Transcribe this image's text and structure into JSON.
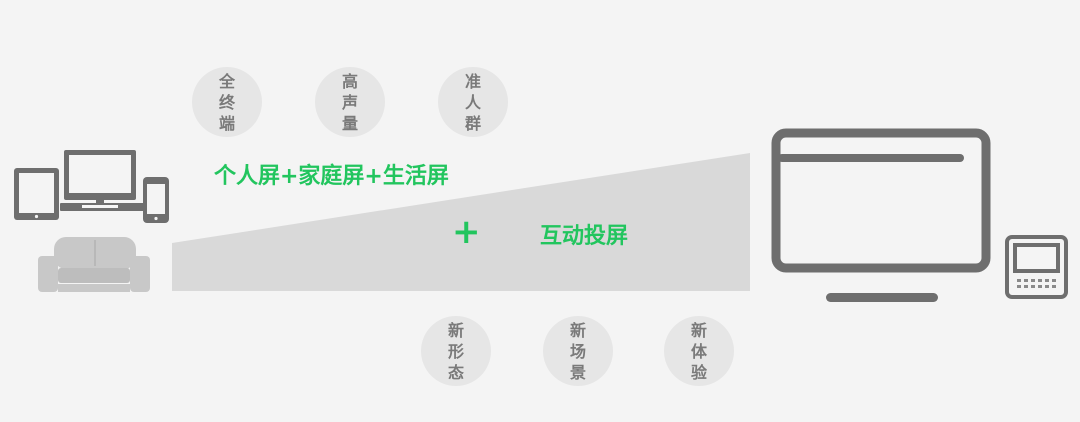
{
  "top_bubbles": [
    {
      "chars": [
        "全",
        "终",
        "端"
      ]
    },
    {
      "chars": [
        "高",
        "声",
        "量"
      ]
    },
    {
      "chars": [
        "准",
        "人",
        "群"
      ]
    }
  ],
  "bottom_bubbles": [
    {
      "chars": [
        "新",
        "形",
        "态"
      ]
    },
    {
      "chars": [
        "新",
        "场",
        "景"
      ]
    },
    {
      "chars": [
        "新",
        "体",
        "验"
      ]
    }
  ],
  "screens_label": "个人屏+家庭屏+生活屏",
  "plus_sign": "+",
  "cast_label": "互动投屏",
  "colors": {
    "accent": "#22c55e",
    "icon": "#6e6e6e",
    "bubble": "#e6e6e6",
    "wedge": "#d9d9d9"
  },
  "icons": [
    "tablet-icon",
    "desktop-monitor-icon",
    "phone-icon",
    "sofa-icon",
    "tv-icon",
    "small-tv-icon"
  ]
}
